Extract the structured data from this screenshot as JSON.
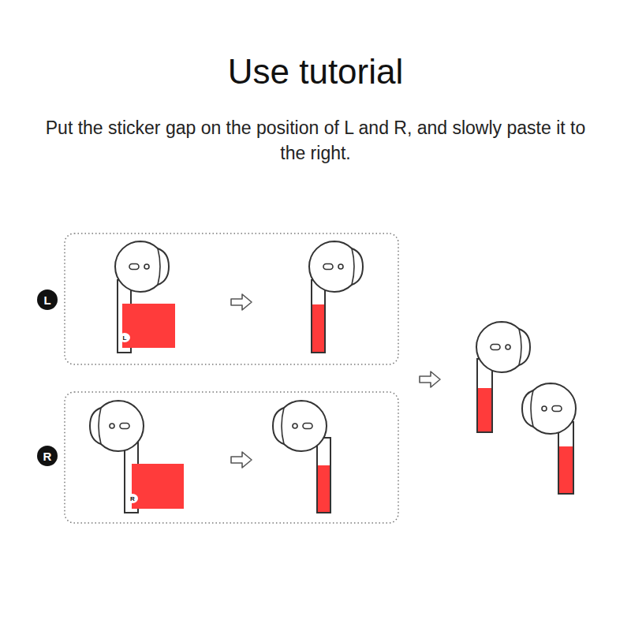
{
  "diagram": {
    "title": "Use tutorial",
    "nodes": [
      {
        "text": [
          "L"
        ]
      },
      {
        "text": [
          "R"
        ]
      }
    ],
    "labels": [
      "Put the sticker gap on the position of L and R, and slowly paste it to the right.",
      "L",
      "R"
    ]
  }
}
